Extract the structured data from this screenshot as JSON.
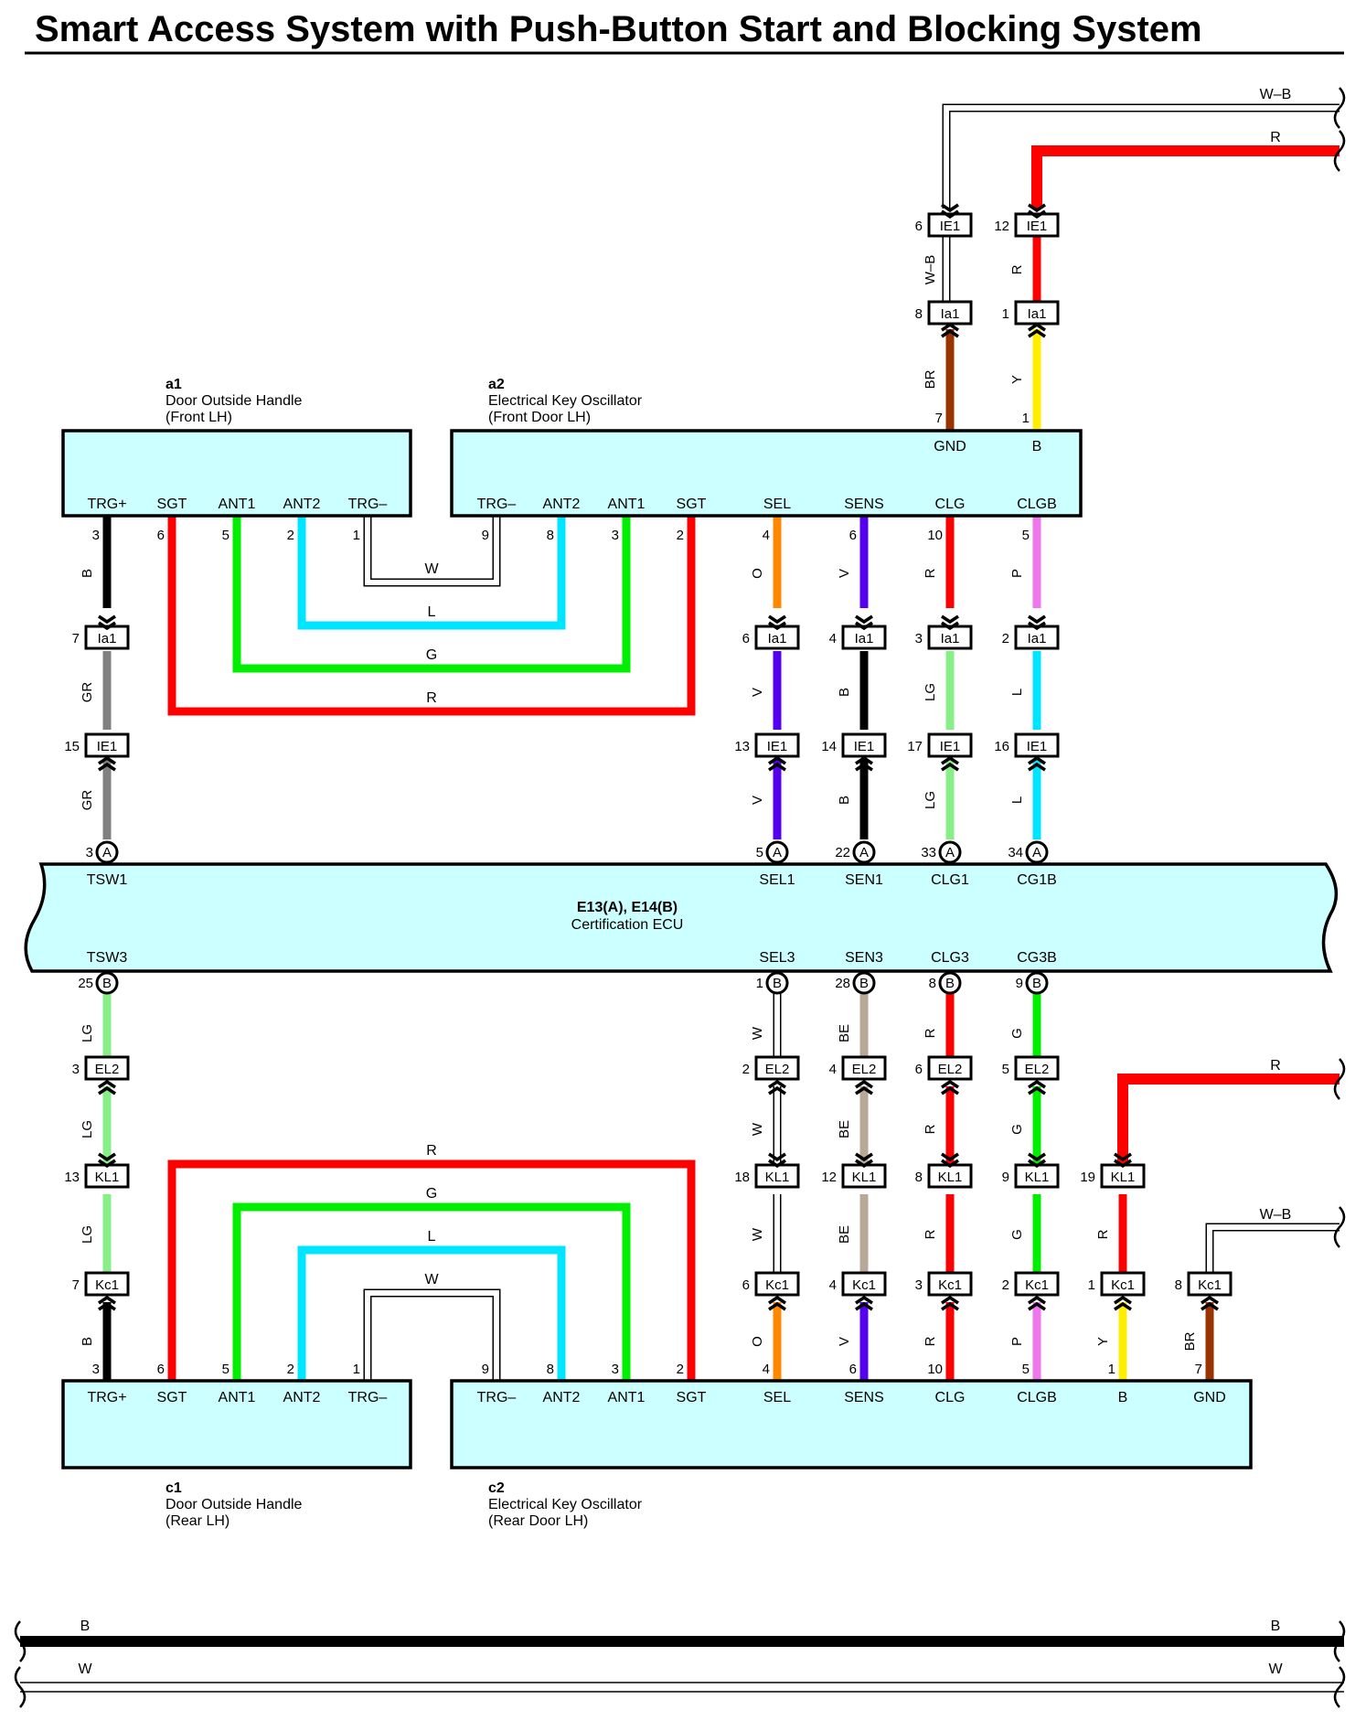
{
  "title": "Smart Access System with Push-Button Start and Blocking System",
  "colors": {
    "box_fill": "#ccffff",
    "B": "#000000",
    "W": "#ffffff",
    "R": "#ff0000",
    "G": "#00ee00",
    "L": "#00e5ff",
    "GR": "#808080",
    "O": "#ff8800",
    "V": "#5500ee",
    "LG": "#88ee88",
    "P": "#ee77ee",
    "BR": "#993300",
    "Y": "#ffee00",
    "BE": "#b8a898",
    "W-B": "#ffffff"
  },
  "components": {
    "a1": {
      "id": "a1",
      "name": "Door Outside Handle",
      "loc": "(Front LH)"
    },
    "a2": {
      "id": "a2",
      "name": "Electrical Key Oscillator",
      "loc": "(Front Door LH)"
    },
    "c1": {
      "id": "c1",
      "name": "Door Outside Handle",
      "loc": "(Rear LH)"
    },
    "c2": {
      "id": "c2",
      "name": "Electrical Key Oscillator",
      "loc": "(Rear Door LH)"
    },
    "ecu": {
      "id": "E13(A), E14(B)",
      "name": "Certification ECU"
    }
  },
  "ecu_top_pins": [
    {
      "label": "TSW1",
      "pin": "3",
      "conn": "A"
    },
    {
      "label": "SEL1",
      "pin": "5",
      "conn": "A"
    },
    {
      "label": "SEN1",
      "pin": "22",
      "conn": "A"
    },
    {
      "label": "CLG1",
      "pin": "33",
      "conn": "A"
    },
    {
      "label": "CG1B",
      "pin": "34",
      "conn": "A"
    }
  ],
  "ecu_bottom_pins": [
    {
      "label": "TSW3",
      "pin": "25",
      "conn": "B"
    },
    {
      "label": "SEL3",
      "pin": "1",
      "conn": "B"
    },
    {
      "label": "SEN3",
      "pin": "28",
      "conn": "B"
    },
    {
      "label": "CLG3",
      "pin": "8",
      "conn": "B"
    },
    {
      "label": "CG3B",
      "pin": "9",
      "conn": "B"
    }
  ],
  "top_connectors": [
    {
      "name": "IE1",
      "pin": "6"
    },
    {
      "name": "IE1",
      "pin": "12"
    },
    {
      "name": "Ia1",
      "pin": "8"
    },
    {
      "name": "Ia1",
      "pin": "1"
    },
    {
      "name": "Ia1",
      "pin": "7"
    },
    {
      "name": "IE1",
      "pin": "15"
    },
    {
      "name": "Ia1",
      "pin": "6"
    },
    {
      "name": "Ia1",
      "pin": "4"
    },
    {
      "name": "Ia1",
      "pin": "3"
    },
    {
      "name": "Ia1",
      "pin": "2"
    },
    {
      "name": "IE1",
      "pin": "13"
    },
    {
      "name": "IE1",
      "pin": "14"
    },
    {
      "name": "IE1",
      "pin": "17"
    },
    {
      "name": "IE1",
      "pin": "16"
    }
  ],
  "bottom_connectors": [
    {
      "name": "EL2",
      "pin": "3"
    },
    {
      "name": "KL1",
      "pin": "13"
    },
    {
      "name": "Kc1",
      "pin": "7"
    },
    {
      "name": "EL2",
      "pin": "2"
    },
    {
      "name": "KL1",
      "pin": "18"
    },
    {
      "name": "Kc1",
      "pin": "6"
    },
    {
      "name": "EL2",
      "pin": "4"
    },
    {
      "name": "KL1",
      "pin": "12"
    },
    {
      "name": "Kc1",
      "pin": "4"
    },
    {
      "name": "EL2",
      "pin": "6"
    },
    {
      "name": "KL1",
      "pin": "8"
    },
    {
      "name": "Kc1",
      "pin": "3"
    },
    {
      "name": "EL2",
      "pin": "5"
    },
    {
      "name": "KL1",
      "pin": "9"
    },
    {
      "name": "Kc1",
      "pin": "2"
    },
    {
      "name": "KL1",
      "pin": "19"
    },
    {
      "name": "Kc1",
      "pin": "1"
    },
    {
      "name": "Kc1",
      "pin": "8"
    }
  ],
  "a1_pins": [
    {
      "label": "TRG+",
      "pin": "3"
    },
    {
      "label": "SGT",
      "pin": "6"
    },
    {
      "label": "ANT1",
      "pin": "5"
    },
    {
      "label": "ANT2",
      "pin": "2"
    },
    {
      "label": "TRG–",
      "pin": "1"
    }
  ],
  "a2_pins": [
    {
      "label": "TRG–",
      "pin": "9"
    },
    {
      "label": "ANT2",
      "pin": "8"
    },
    {
      "label": "ANT1",
      "pin": "3"
    },
    {
      "label": "SGT",
      "pin": "2"
    },
    {
      "label": "SEL",
      "pin": "4"
    },
    {
      "label": "SENS",
      "pin": "6"
    },
    {
      "label": "CLG",
      "pin": "10"
    },
    {
      "label": "CLGB",
      "pin": "5"
    },
    {
      "label": "GND",
      "pin": "7"
    },
    {
      "label": "B",
      "pin": "1"
    }
  ],
  "c1_pins": [
    {
      "label": "TRG+",
      "pin": "3"
    },
    {
      "label": "SGT",
      "pin": "6"
    },
    {
      "label": "ANT1",
      "pin": "5"
    },
    {
      "label": "ANT2",
      "pin": "2"
    },
    {
      "label": "TRG–",
      "pin": "1"
    }
  ],
  "c2_pins": [
    {
      "label": "TRG–",
      "pin": "9"
    },
    {
      "label": "ANT2",
      "pin": "8"
    },
    {
      "label": "ANT1",
      "pin": "3"
    },
    {
      "label": "SGT",
      "pin": "2"
    },
    {
      "label": "SEL",
      "pin": "4"
    },
    {
      "label": "SENS",
      "pin": "6"
    },
    {
      "label": "CLG",
      "pin": "10"
    },
    {
      "label": "CLGB",
      "pin": "5"
    },
    {
      "label": "B",
      "pin": "1"
    },
    {
      "label": "GND",
      "pin": "7"
    }
  ],
  "wire_labels": {
    "wb_top": "W–B",
    "r_top": "R",
    "wb_v": "W–B",
    "r_v": "R",
    "br_v": "BR",
    "y_v": "Y",
    "top_b": "B",
    "top_o": "O",
    "top_v": "V",
    "top_r": "R",
    "top_p": "P",
    "top_w_loop": "W",
    "top_l_loop": "L",
    "top_g_loop": "G",
    "top_r_loop": "R",
    "top_gr1": "GR",
    "top_gr2": "GR",
    "mid_v1": "V",
    "mid_b1": "B",
    "mid_lg1": "LG",
    "mid_l1": "L",
    "mid_v2": "V",
    "mid_b2": "B",
    "mid_lg2": "LG",
    "mid_l2": "L",
    "bot_lg1": "LG",
    "bot_lg2": "LG",
    "bot_lg3": "LG",
    "bot_b": "B",
    "bot_w1": "W",
    "bot_w2": "W",
    "bot_w3": "W",
    "bot_o": "O",
    "bot_be1": "BE",
    "bot_be2": "BE",
    "bot_be3": "BE",
    "bot_v": "V",
    "bot_r1": "R",
    "bot_r2": "R",
    "bot_r3": "R",
    "bot_r4": "R",
    "bot_g1": "G",
    "bot_g2": "G",
    "bot_g3": "G",
    "bot_p": "P",
    "bot_rr": "R",
    "bot_y": "Y",
    "bot_br": "BR",
    "r_bot_right": "R",
    "wb_bot_right": "W–B",
    "bot_r_loop": "R",
    "bot_g_loop": "G",
    "bot_l_loop": "L",
    "bot_w_loop": "W",
    "bus_b_left": "B",
    "bus_b_right": "B",
    "bus_w_left": "W",
    "bus_w_right": "W"
  }
}
